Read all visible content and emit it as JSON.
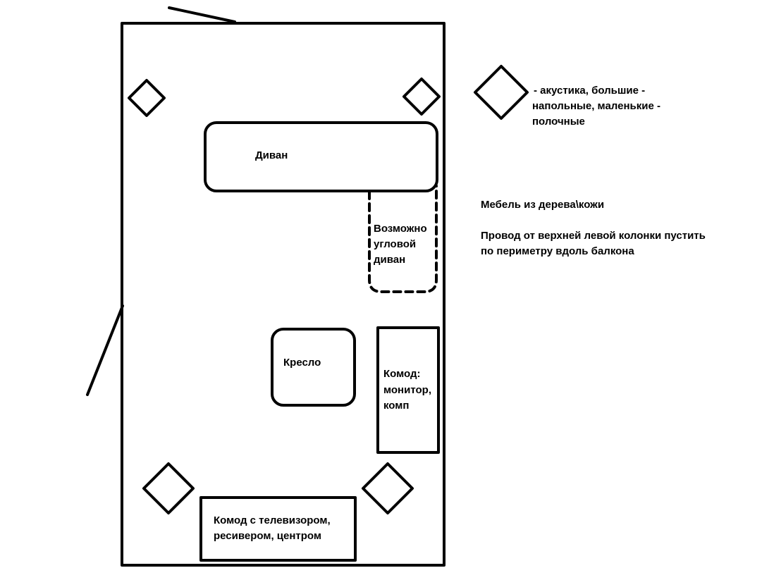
{
  "colors": {
    "stroke": "#000000",
    "background": "#ffffff"
  },
  "labels": {
    "sofa": "Диван",
    "corner_sofa": [
      "Возможно",
      "угловой",
      "диван"
    ],
    "armchair": "Кресло",
    "dresser_monitor": [
      "Комод:",
      "монитор,",
      "комп"
    ],
    "tv_dresser": [
      "Комод с телевизором,",
      "ресивером,  центром"
    ]
  },
  "legend": {
    "acoustics": [
      "- акустика, большие -",
      "напольные, маленькие -",
      "полочные"
    ],
    "furniture": "Мебель из дерева\\кожи",
    "wire": [
      "Провод от верхней левой колонки пустить",
      "по периметру вдоль балкона"
    ]
  }
}
